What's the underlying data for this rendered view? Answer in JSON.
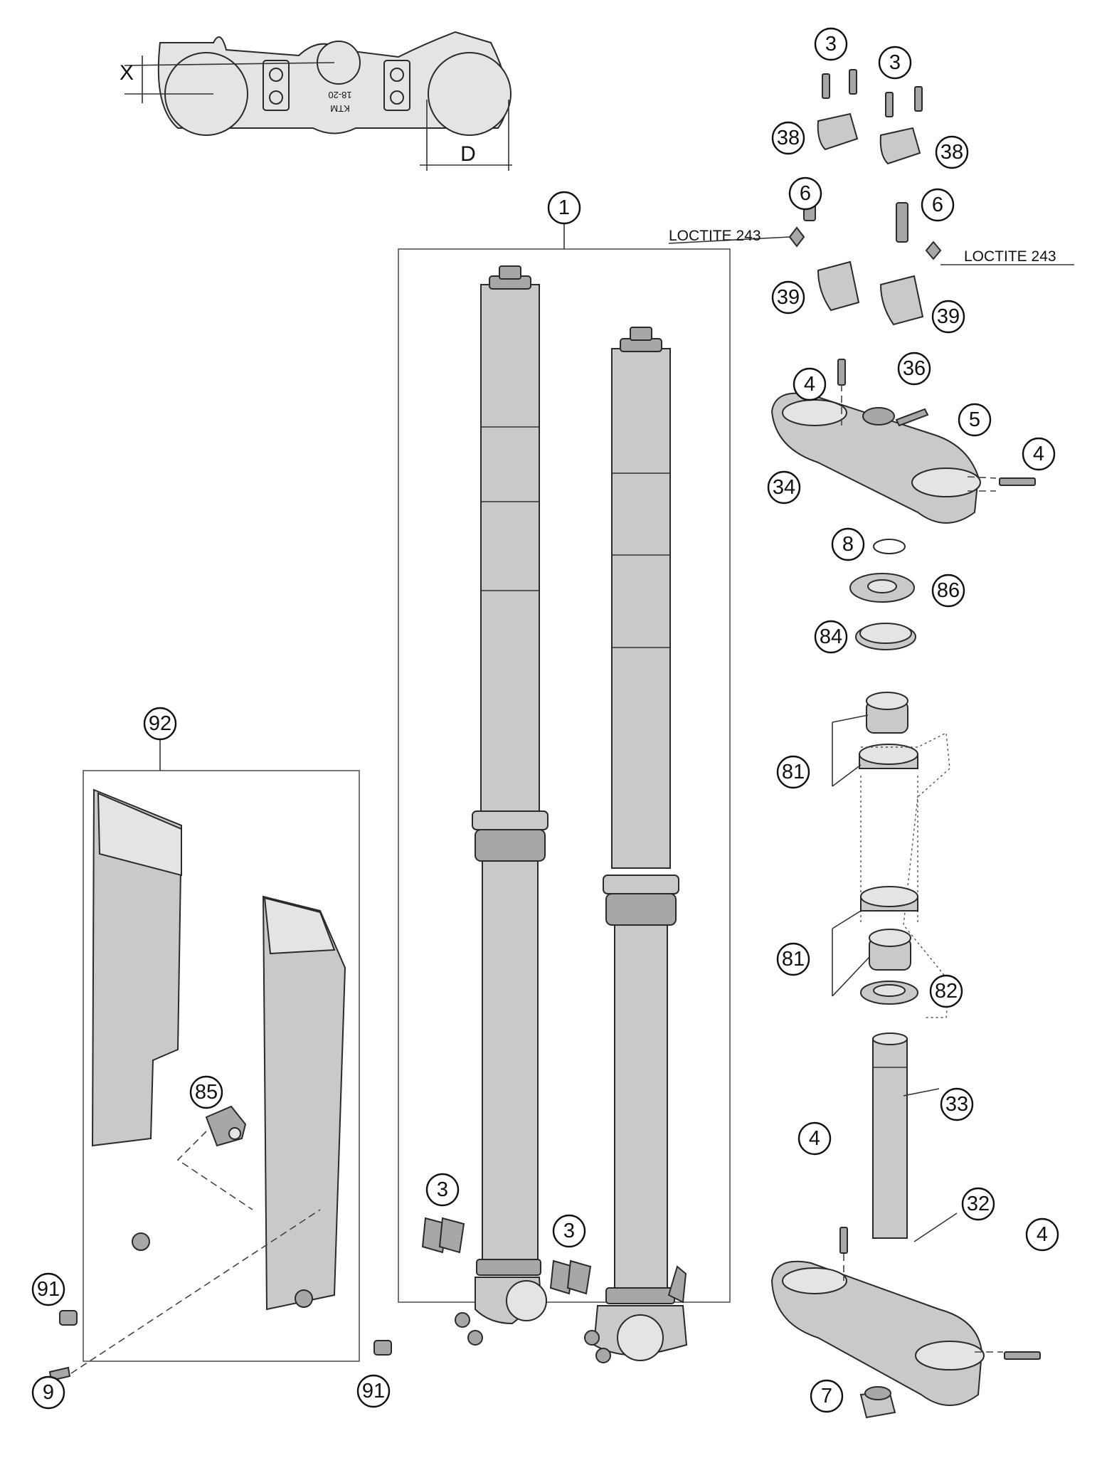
{
  "dimension_labels": {
    "x": "X",
    "d": "D"
  },
  "clamp_marking": "18-20",
  "notes": {
    "loctite_left": "LOCTITE 243",
    "loctite_right": "LOCTITE 243"
  },
  "callouts": {
    "fork_assembly": "1",
    "bolt_top_left": "3",
    "bolt_top_right": "3",
    "clamp_upper_left": "38",
    "clamp_upper_right": "38",
    "screw_left": "6",
    "screw_right": "6",
    "clamp_lower_left": "39",
    "clamp_lower_right": "39",
    "screw_top_clamp": "4",
    "plug": "36",
    "screw_5": "5",
    "screw_side_top": "4",
    "top_clamp": "34",
    "o_ring": "8",
    "washer": "86",
    "seal_ring": "84",
    "bearing_upper": "81",
    "bearing_lower": "81",
    "bearing_seal": "82",
    "steering_stem": "33",
    "screw_bottom_clamp": "4",
    "bottom_clamp": "32",
    "screw_side_bottom": "4",
    "nut": "7",
    "fork_guard_set": "92",
    "guard_clip": "85",
    "guard_screw_left": "91",
    "guard_screw_right": "91",
    "guard_screw_long": "9",
    "fork_bolts_left": "3",
    "fork_bolts_right": "3"
  }
}
